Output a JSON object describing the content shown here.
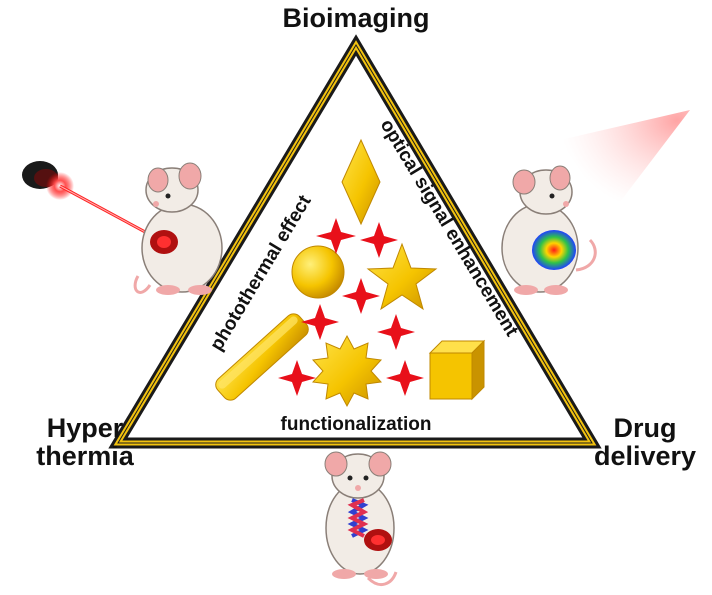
{
  "corners": {
    "top": "Bioimaging",
    "left_line1": "Hyper",
    "left_line2": "thermia",
    "right_line1": "Drug",
    "right_line2": "delivery"
  },
  "edges": {
    "left": "photothermal effect",
    "right": "optical signal enhancement",
    "bottom": "functionalization"
  },
  "colors": {
    "triangle_outer": "#1a1a1a",
    "triangle_gold": "#f2c20f",
    "gold_shape": "#f5c400",
    "sparkle": "#e8101a",
    "mouse_body": "#f2ece6",
    "mouse_ear": "#f0a8a8",
    "laser": "#ff2020"
  }
}
